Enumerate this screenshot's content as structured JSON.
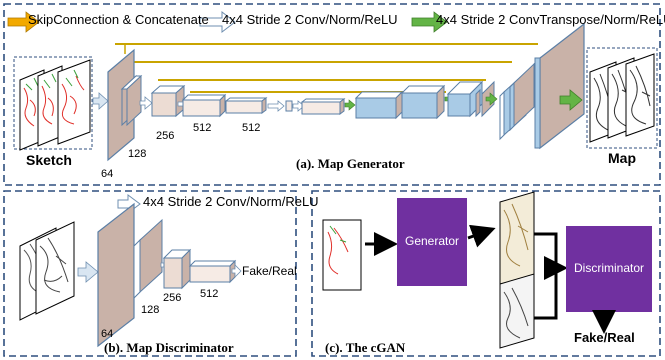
{
  "legend": {
    "skip": "SkipConnection & Concatenate",
    "conv": "4x4 Stride 2 Conv/Norm/ReLU",
    "convT": "4x4 Stride 2 ConvTranspose/Norm/ReLU",
    "disc_conv": "4x4 Stride 2 Conv/Norm/ReLU"
  },
  "generator": {
    "caption": "(a). Map Generator",
    "input_label": "Sketch",
    "output_label": "Map",
    "channels": [
      "64",
      "128",
      "256",
      "512",
      "512"
    ]
  },
  "discriminator": {
    "caption": "(b). Map Discriminator",
    "channels": [
      "64",
      "128",
      "256",
      "512"
    ],
    "output": "Fake/Real"
  },
  "cgan": {
    "caption": "(c). The cGAN",
    "generator_label": "Generator",
    "discriminator_label": "Discriminator",
    "output": "Fake/Real"
  },
  "colors": {
    "skip_arrow": "#f2a900",
    "conv_arrow": "#ffffff",
    "convT_arrow": "#63b446",
    "encoder_block": "#c9b2a8",
    "decoder_block": "#a9cbe6",
    "generator_box": "#7030a0",
    "border_dash": "#2f4f7f"
  }
}
